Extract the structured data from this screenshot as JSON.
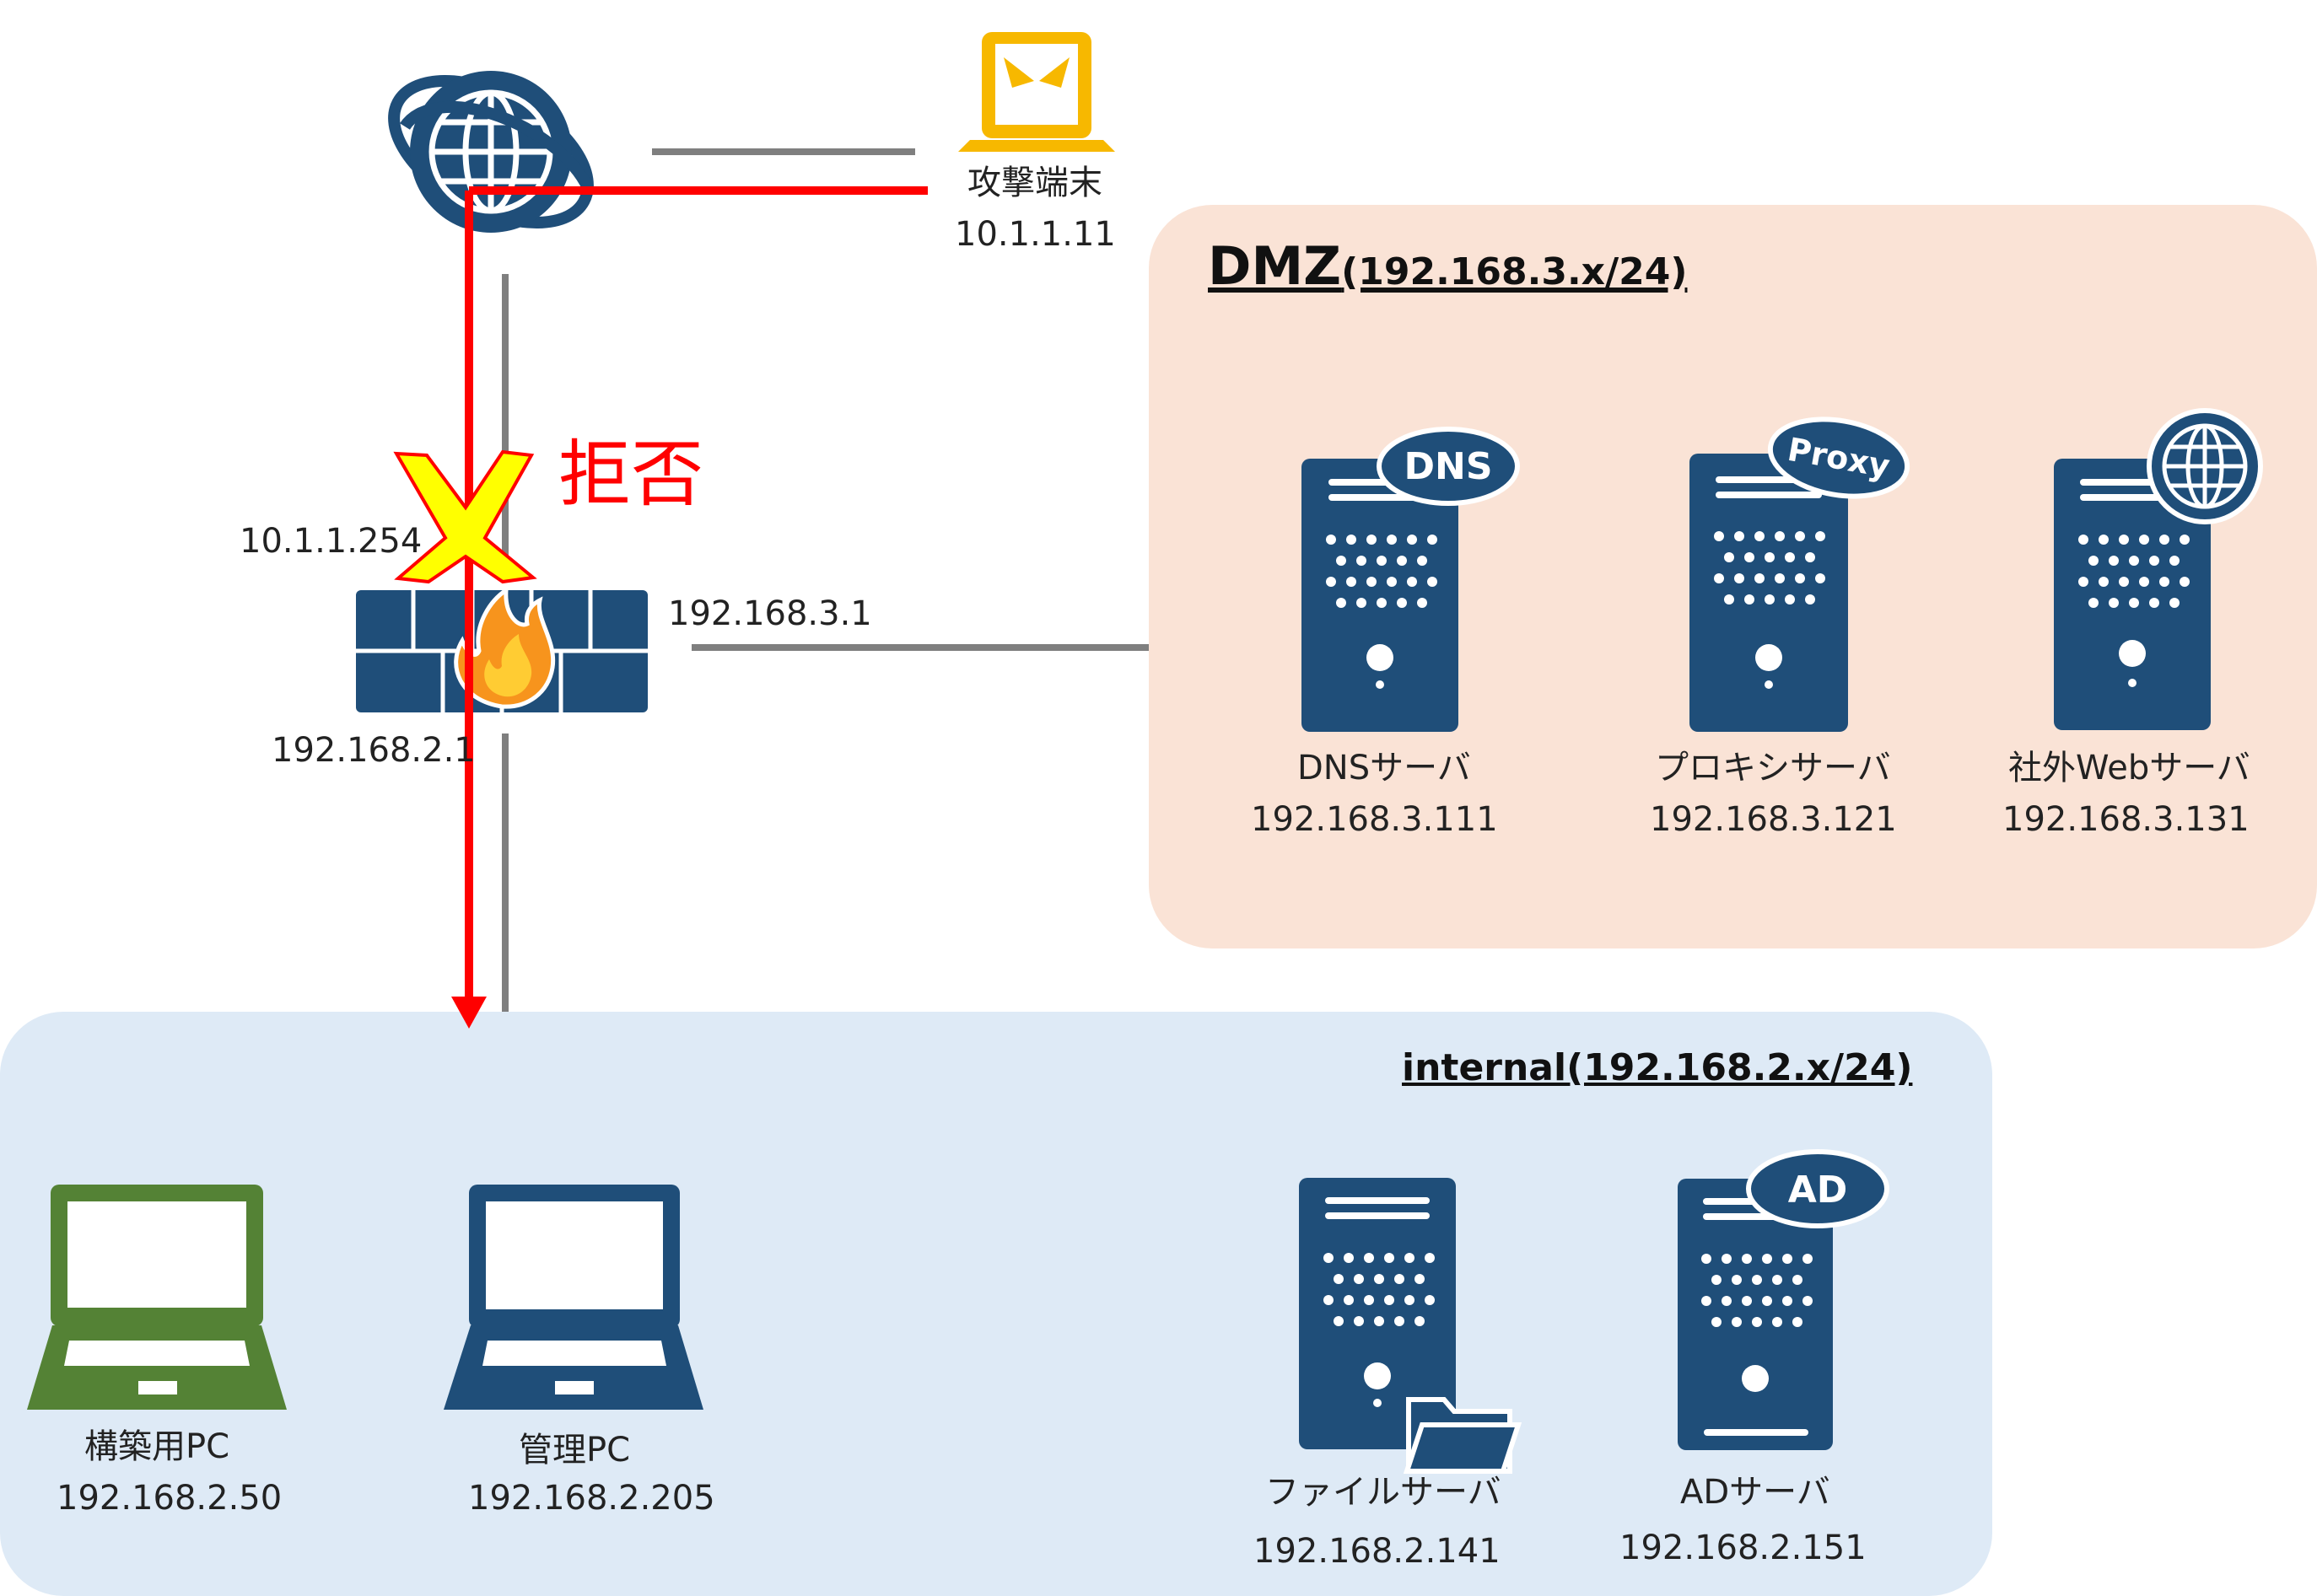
{
  "zones": {
    "dmz": {
      "title": "DMZ",
      "subnet": "(192.168.3.x/24)"
    },
    "internal": {
      "title": "internal(192.168.2.x/24)"
    }
  },
  "attacker": {
    "name": "攻撃端末",
    "ip": "10.1.1.11"
  },
  "firewall": {
    "ip_outside": "10.1.1.254",
    "ip_dmz": "192.168.3.1",
    "ip_internal": "192.168.2.1"
  },
  "deny_label": "拒否",
  "dmz_servers": [
    {
      "name": "DNSサーバ",
      "ip": "192.168.3.111",
      "badge": "DNS"
    },
    {
      "name": "プロキシサーバ",
      "ip": "192.168.3.121",
      "badge": "Proxy"
    },
    {
      "name": "社外Webサーバ",
      "ip": "192.168.3.131"
    }
  ],
  "internal_pcs": [
    {
      "name": "構築用PC",
      "ip": "192.168.2.50"
    },
    {
      "name": "管理PC",
      "ip": "192.168.2.205"
    }
  ],
  "internal_servers": [
    {
      "name": "ファイルサーバ",
      "ip": "192.168.2.141"
    },
    {
      "name": "ADサーバ",
      "ip": "192.168.2.151",
      "badge": "AD"
    }
  ],
  "colors": {
    "dmz_bg": "#fae3d6",
    "internal_bg": "#deeaf6",
    "device_navy": "#1f4e79",
    "attacker_yellow": "#f7b800",
    "builder_pc_green": "#548235",
    "deny_red": "#ff0000",
    "link_gray": "#7f7f7f",
    "x_yellow": "#ffff00"
  }
}
